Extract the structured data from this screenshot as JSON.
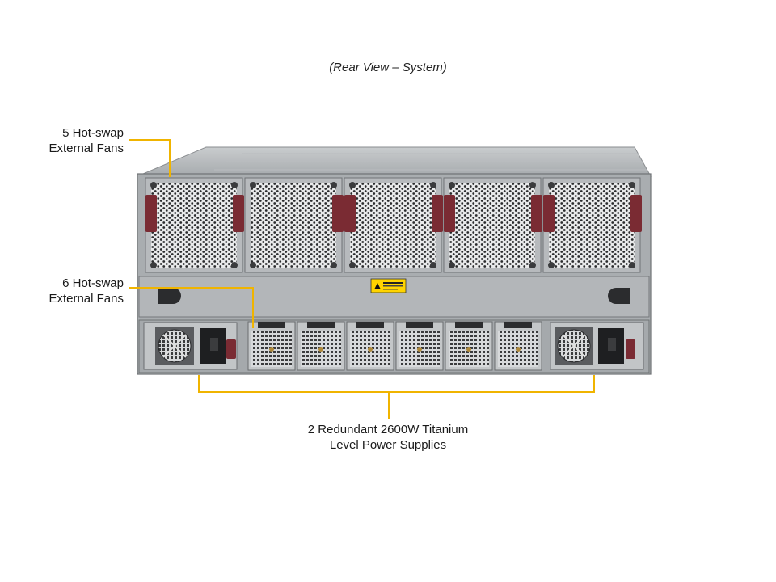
{
  "caption": "(Rear View – System)",
  "callouts": {
    "top_fans": {
      "line1": "5 Hot-swap",
      "line2": "External Fans"
    },
    "mid_fans": {
      "line1": "6 Hot-swap",
      "line2": "External Fans"
    },
    "psu": {
      "line1": "2 Redundant 2600W Titanium",
      "line2": "Level Power Supplies"
    }
  },
  "colors": {
    "callout_line": "#f0b400",
    "chassis": "#9fa3a7",
    "handle": "#7a2b33",
    "warning_label": "#ffd400"
  },
  "warning_label": {
    "title": "WARNING"
  }
}
